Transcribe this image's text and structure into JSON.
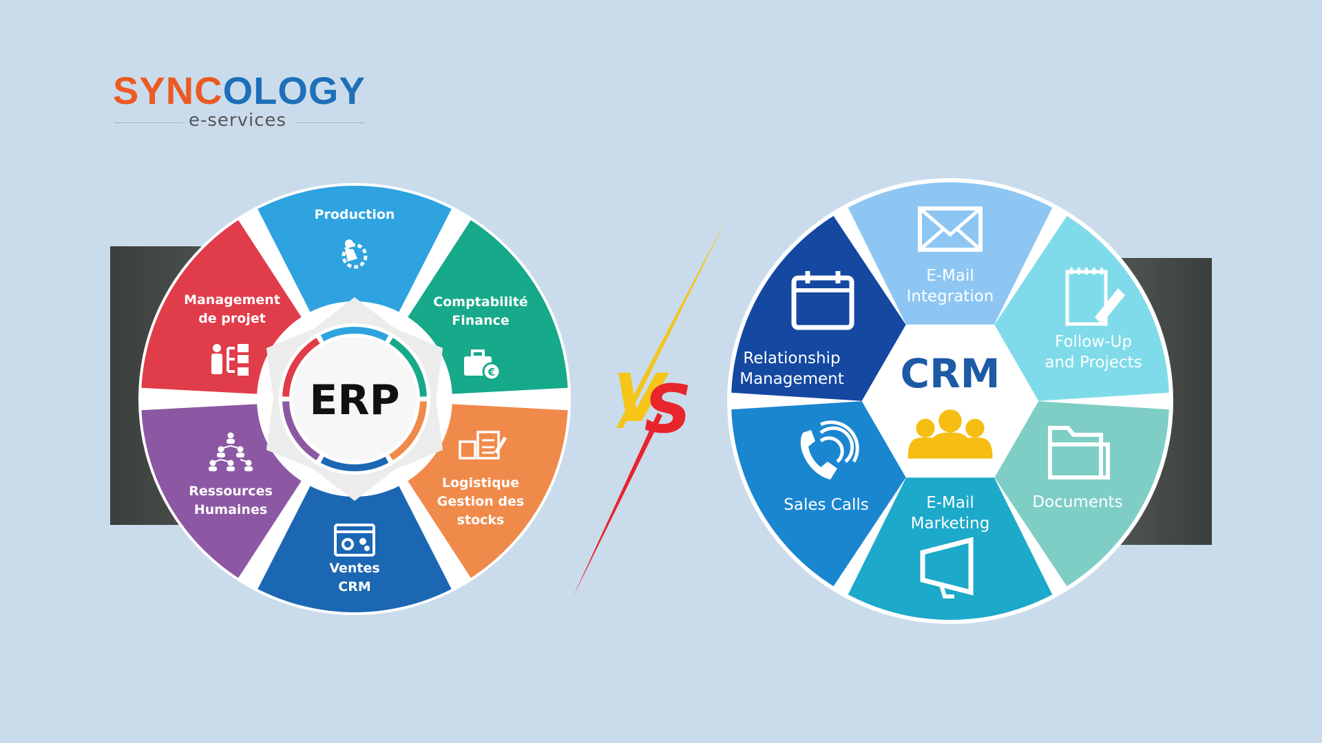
{
  "brand": {
    "name_part1": "SYNC",
    "name_part2": "OLOGY",
    "tagline": "e-services",
    "colors": {
      "orange": "#ec5a24",
      "blue": "#1e6fb8"
    }
  },
  "vs": {
    "v": "V",
    "s": "S"
  },
  "erp": {
    "center_label": "ERP",
    "segments": [
      {
        "lines": [
          "Production"
        ],
        "color": "#2ea3e0",
        "icon": "production-gear-icon"
      },
      {
        "lines": [
          "Comptabilité",
          "Finance"
        ],
        "color": "#16a98a",
        "icon": "briefcase-euro-icon"
      },
      {
        "lines": [
          "Logistique",
          "Gestion des",
          "stocks"
        ],
        "color": "#f08a4b",
        "icon": "inventory-clipboard-icon"
      },
      {
        "lines": [
          "Ventes",
          "CRM"
        ],
        "color": "#1c67b3",
        "icon": "sales-window-icon"
      },
      {
        "lines": [
          "Ressources",
          "Humaines"
        ],
        "color": "#8d58a3",
        "icon": "org-hierarchy-icon"
      },
      {
        "lines": [
          "Management",
          "de projet"
        ],
        "color": "#e13c49",
        "icon": "project-tree-icon"
      }
    ]
  },
  "crm": {
    "center_label": "CRM",
    "segments": [
      {
        "lines": [
          "E-Mail",
          "Integration"
        ],
        "color": "#8dc6f2",
        "icon": "envelope-icon"
      },
      {
        "lines": [
          "Follow-Up",
          "and Projects"
        ],
        "color": "#7fdbe9",
        "icon": "notepad-pencil-icon"
      },
      {
        "lines": [
          "Documents"
        ],
        "color": "#7ecec6",
        "icon": "folder-icon"
      },
      {
        "lines": [
          "E-Mail",
          "Marketing"
        ],
        "color": "#1da9c9",
        "icon": "megaphone-icon"
      },
      {
        "lines": [
          "Sales Calls"
        ],
        "color": "#1a86d0",
        "icon": "phone-icon"
      },
      {
        "lines": [
          "Relationship",
          "Management"
        ],
        "color": "#1448a1",
        "icon": "calendar-icon"
      }
    ]
  }
}
